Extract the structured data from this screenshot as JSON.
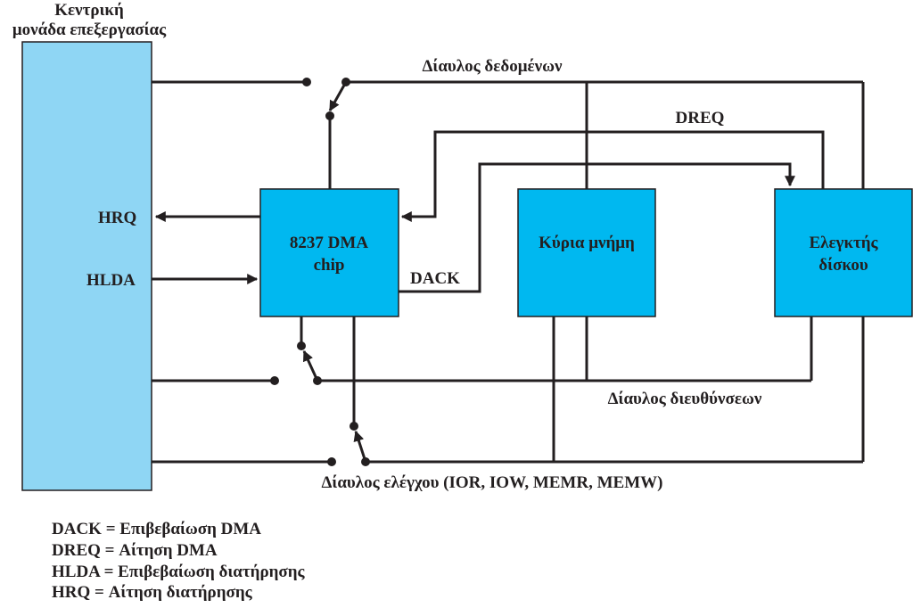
{
  "cpu": {
    "title_line1": "Κεντρική",
    "title_line2": "μονάδα επεξεργασίας"
  },
  "dma": {
    "line1": "8237 DMA",
    "line2": "chip"
  },
  "memory": {
    "label": "Κύρια μνήμη"
  },
  "disk": {
    "line1": "Ελεγκτής",
    "line2": "δίσκου"
  },
  "signals": {
    "hrq": "HRQ",
    "hlda": "HLDA",
    "dreq": "DREQ",
    "dack": "DACK"
  },
  "buses": {
    "data": "Δίαυλος δεδομένων",
    "address": "Δίαυλος διευθύνσεων",
    "control": "Δίαυλος ελέγχου (IOR, IOW, MEMR, MEMW)"
  },
  "legend": [
    "DACK = Επιβεβαίωση DMA",
    "DREQ = Αίτηση DMA",
    "HLDA = Επιβεβαίωση διατήρησης",
    "HRQ = Αίτηση διατήρησης"
  ]
}
